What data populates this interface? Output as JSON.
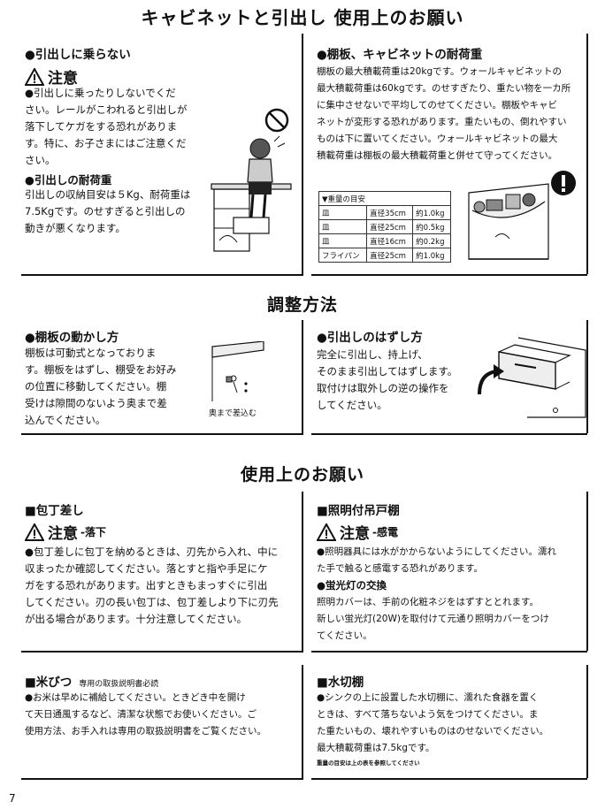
{
  "page": {
    "title": "キャビネットと引出し 使用上のお願い",
    "number": "7"
  },
  "drawer_no_climb": {
    "heading": "●引出しに乗らない",
    "caution": "注意",
    "text": "●引出しに乗ったりしないでくだ\nさい。レールがこわれると引出しが\n落下してケガをする恐れがありま\nす。特に、お子さまにはご注意くだ\nさい。",
    "load_heading": "●引出しの耐荷重",
    "load_text": "引出しの収納目安は５Kg、耐荷重は\n7.5Kgです。のせすぎると引出しの\n動きが悪くなります。"
  },
  "shelf_load": {
    "heading": "●棚板、キャビネットの耐荷重",
    "text": "棚板の最大積載荷重は20kgです。ウォールキャビネットの\n最大積載荷重は60kgです。のせすぎたり、重たい物を一カ所\nに集中させないで平均してのせてください。棚板やキャビ\nネットが変形する恐れがあります。重たいもの、倒れやすい\nものは下に置いてください。ウォールキャビネットの最大\n積載荷重は棚板の最大積載荷重と併せて守ってください。",
    "table_title": "▼重量の目安",
    "table_rows": [
      [
        "皿",
        "直径35cm",
        "約1.0kg"
      ],
      [
        "皿",
        "直径25cm",
        "約0.5kg"
      ],
      [
        "皿",
        "直径16cm",
        "約0.2kg"
      ],
      [
        "フライパン",
        "直径25cm",
        "約1.0kg"
      ]
    ]
  },
  "adjust": {
    "title": "調整方法",
    "shelf_heading": "●棚板の動かし方",
    "shelf_text": "棚板は可動式となっておりま\nす。棚板をはずし、棚受をお好み\nの位置に移動してください。棚\n受けは隙間のないよう奥まで差\n込んでください。",
    "shelf_caption": "奥まで差込む",
    "drawer_heading": "●引出しのはずし方",
    "drawer_text": "完全に引出し、持上げ、\nそのまま引出してはずします。\n取付けは取外しの逆の操作を\nしてください。"
  },
  "usage": {
    "title": "使用上のお願い",
    "knife": {
      "heading": "■包丁差し",
      "caution": "注意",
      "caution_sub": "-落下",
      "text": "●包丁差しに包丁を納めるときは、刃先から入れ、中に\n収まったか確認してください。落とすと指や手足にケ\nガをする恐れがあります。出すときもまっすぐに引出\nしてください。刃の長い包丁は、包丁差しより下に刃先\nが出る場合があります。十分注意してください。"
    },
    "light": {
      "heading": "■照明付吊戸棚",
      "caution": "注意",
      "caution_sub": "-感電",
      "text": "●照明器具には水がかからないようにしてください。濡れ\nた手で触ると感電する恐れがあります。",
      "sub_heading": "●蛍光灯の交換",
      "sub_text": "照明カバーは、手前の化粧ネジをはずすととれます。\n新しい蛍光灯(20W)を取付けて元通り照明カバーをつけ\nてください。"
    },
    "rice": {
      "heading": "■米びつ",
      "note": "専用の取扱説明書必読",
      "text": "●お米は早めに補給してください。ときどき中を開け\nて天日通風するなど、清潔な状態でお使いください。ご\n使用方法、お手入れは専用の取扱説明書をご覧ください。"
    },
    "drain": {
      "heading": "■水切棚",
      "text": "●シンクの上に設置した水切棚に、濡れた食器を置く\nときは、すべて落ちないよう気をつけてください。ま\nた重たいもの、壊れやすいものはのせないでください。\n最大積載荷重は7.5kgです。",
      "footnote": "重量の目安は上の表を参照してください"
    }
  }
}
